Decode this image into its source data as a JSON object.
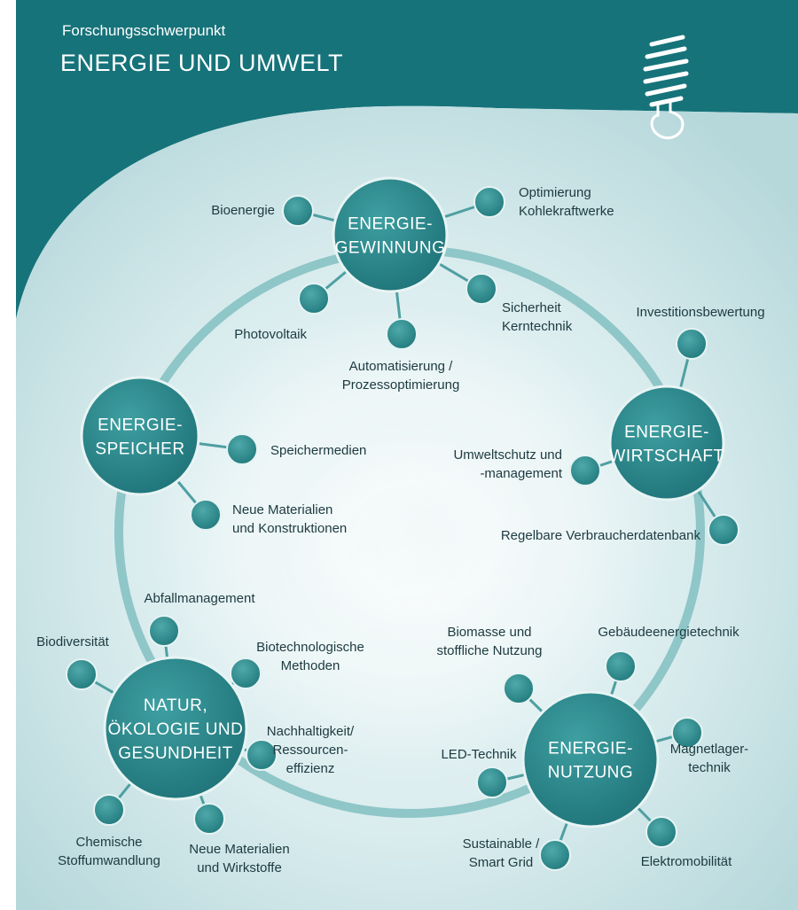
{
  "header": {
    "subtitle": "Forschungsschwerpunkt",
    "title": "ENERGIE UND UMWELT",
    "icon": "energy-saving-bulb-icon"
  },
  "colors": {
    "teal": "#16737a",
    "node": "#2f8f91",
    "ring": "#8fc6c8",
    "text": "#1c3a40"
  },
  "hubs": [
    {
      "id": "gewinnung",
      "lines": [
        "ENERGIE-",
        "GEWINNUNG"
      ]
    },
    {
      "id": "speicher",
      "lines": [
        "ENERGIE-",
        "SPEICHER"
      ]
    },
    {
      "id": "wirtschaft",
      "lines": [
        "ENERGIE-",
        "WIRTSCHAFT"
      ]
    },
    {
      "id": "natur",
      "lines": [
        "NATUR,",
        "ÖKOLOGIE UND",
        "GESUNDHEIT"
      ]
    },
    {
      "id": "nutzung",
      "lines": [
        "ENERGIE-",
        "NUTZUNG"
      ]
    }
  ],
  "topics": [
    {
      "hub": "gewinnung",
      "lines": [
        "Bioenergie"
      ]
    },
    {
      "hub": "gewinnung",
      "lines": [
        "Optimierung",
        "Kohlekraftwerke"
      ]
    },
    {
      "hub": "gewinnung",
      "lines": [
        "Photovoltaik"
      ]
    },
    {
      "hub": "gewinnung",
      "lines": [
        "Automatisierung /",
        "Prozessoptimierung"
      ]
    },
    {
      "hub": "gewinnung",
      "lines": [
        "Sicherheit",
        "Kerntechnik"
      ]
    },
    {
      "hub": "speicher",
      "lines": [
        "Speichermedien"
      ]
    },
    {
      "hub": "speicher",
      "lines": [
        "Neue Materialien",
        "und Konstruktionen"
      ]
    },
    {
      "hub": "wirtschaft",
      "lines": [
        "Investitionsbewertung"
      ]
    },
    {
      "hub": "wirtschaft",
      "lines": [
        "Umweltschutz und",
        "-management"
      ]
    },
    {
      "hub": "wirtschaft",
      "lines": [
        "Regelbare Verbraucherdatenbank"
      ]
    },
    {
      "hub": "natur",
      "lines": [
        "Abfallmanagement"
      ]
    },
    {
      "hub": "natur",
      "lines": [
        "Biodiversität"
      ]
    },
    {
      "hub": "natur",
      "lines": [
        "Biotechnologische",
        "Methoden"
      ]
    },
    {
      "hub": "natur",
      "lines": [
        "Nachhaltigkeit/",
        "Ressourcen-",
        "effizienz"
      ]
    },
    {
      "hub": "natur",
      "lines": [
        "Chemische",
        "Stoffumwandlung"
      ]
    },
    {
      "hub": "natur",
      "lines": [
        "Neue Materialien",
        "und Wirkstoffe"
      ]
    },
    {
      "hub": "nutzung",
      "lines": [
        "Biomasse und",
        "stoffliche Nutzung"
      ]
    },
    {
      "hub": "nutzung",
      "lines": [
        "Gebäudeenergietechnik"
      ]
    },
    {
      "hub": "nutzung",
      "lines": [
        "LED-Technik"
      ]
    },
    {
      "hub": "nutzung",
      "lines": [
        "Magnetlager-",
        "technik"
      ]
    },
    {
      "hub": "nutzung",
      "lines": [
        "Sustainable /",
        "Smart Grid"
      ]
    },
    {
      "hub": "nutzung",
      "lines": [
        "Elektromobilität"
      ]
    }
  ]
}
